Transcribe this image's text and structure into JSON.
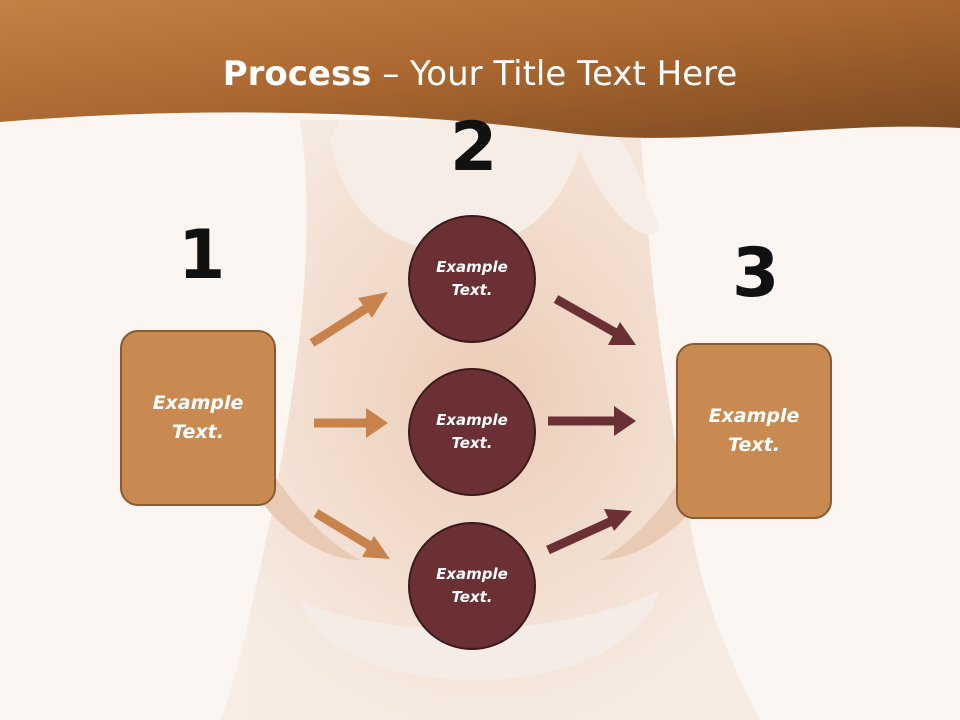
{
  "title": {
    "bold": "Process",
    "rest": " – Your Title Text Here"
  },
  "steps": {
    "one": "1",
    "two": "2",
    "three": "3"
  },
  "left_box": {
    "text": "Example Text."
  },
  "circles": [
    {
      "text": "Example Text."
    },
    {
      "text": "Example Text."
    },
    {
      "text": "Example Text."
    }
  ],
  "right_box": {
    "text": "Example Text."
  },
  "colors": {
    "header": "#a96a36",
    "box": "#c98a52",
    "circle": "#6b3033",
    "arrow_in": "#c8834c",
    "arrow_out": "#6b3033"
  }
}
